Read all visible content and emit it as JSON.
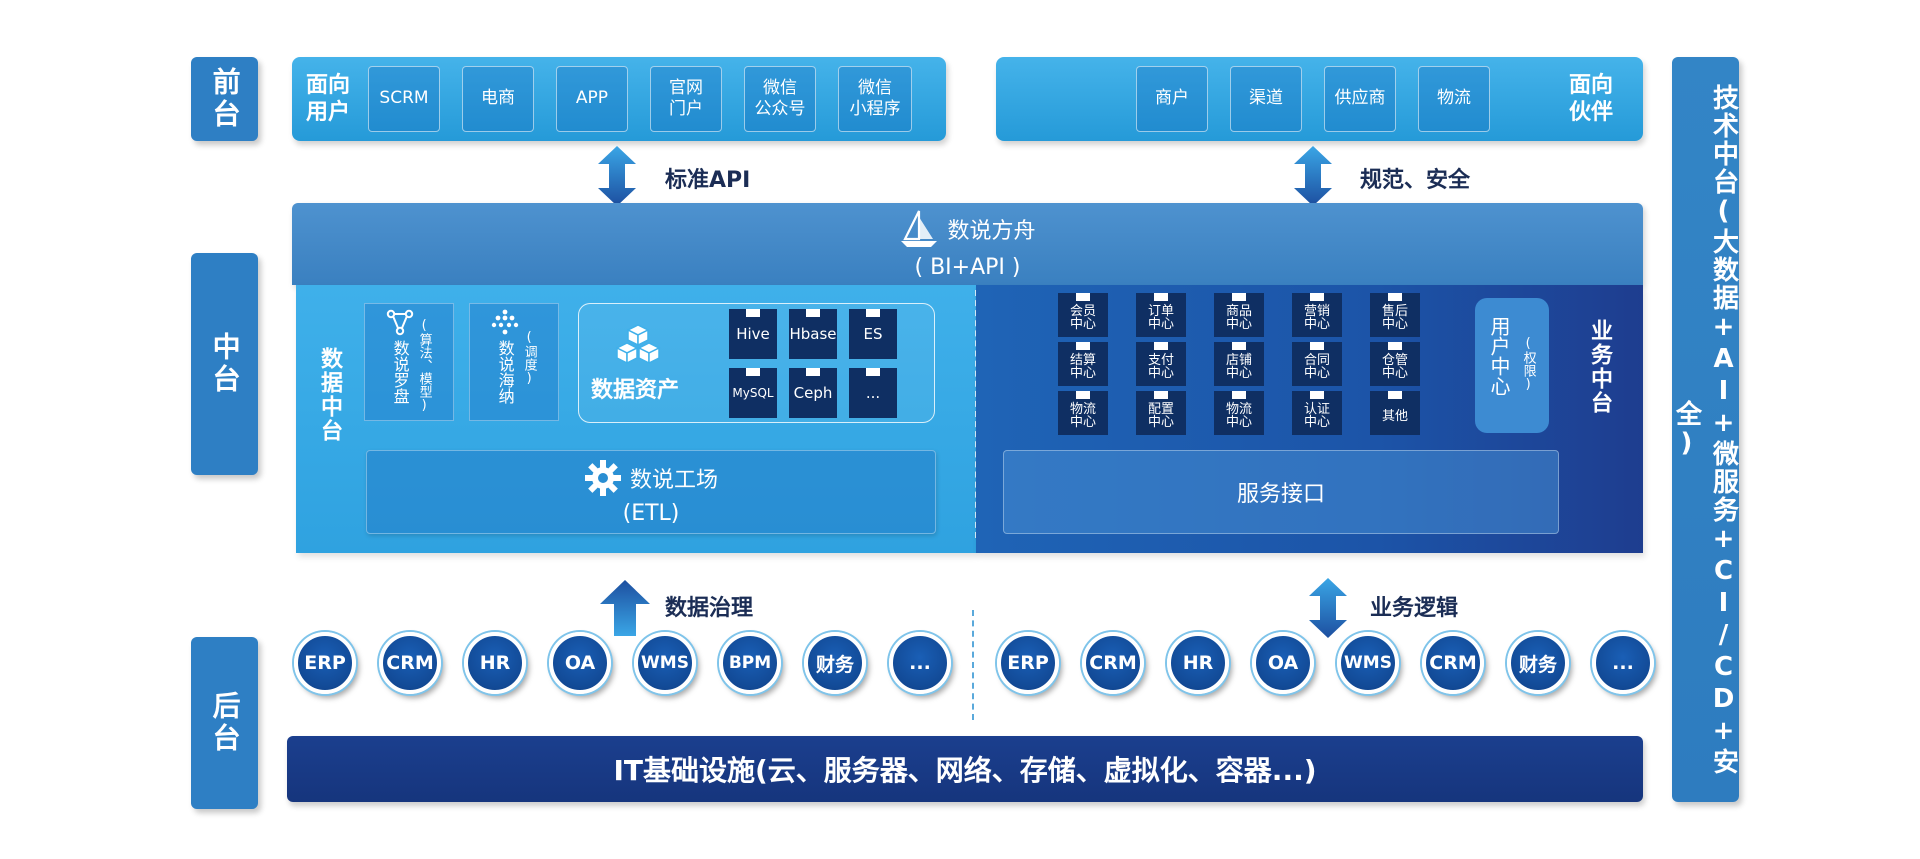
{
  "tiers": {
    "front": "前台",
    "middle": "中台",
    "back": "后台"
  },
  "front_left": {
    "tag": "面向\n用户",
    "items": [
      "SCRM",
      "电商",
      "APP",
      "官网\n门户",
      "微信\n公众号",
      "微信\n小程序"
    ]
  },
  "front_right": {
    "tag": "面向\n伙伴",
    "items": [
      "商户",
      "渠道",
      "供应商",
      "物流"
    ]
  },
  "arrows": {
    "left_top": "标准API",
    "right_top": "规范、安全",
    "left_bottom": "数据治理",
    "right_bottom": "业务逻辑"
  },
  "platform": {
    "name": "数说方舟",
    "sub": "( BI+API )"
  },
  "data_middle": {
    "title": "数据中台",
    "tools": [
      {
        "name": "数说罗盘",
        "note": "(算法、模型)"
      },
      {
        "name": "数说海纳",
        "note": "(调度)"
      }
    ],
    "assets": {
      "title": "数据资产",
      "dbs": [
        "Hive",
        "Hbase",
        "ES",
        "MySQL",
        "Ceph",
        "..."
      ]
    },
    "etl": {
      "name": "数说工场",
      "sub": "(ETL)"
    }
  },
  "business_middle": {
    "title": "业务中台",
    "services": [
      "会员\n中心",
      "订单\n中心",
      "商品\n中心",
      "营销\n中心",
      "售后\n中心",
      "结算\n中心",
      "支付\n中心",
      "店铺\n中心",
      "合同\n中心",
      "仓管\n中心",
      "物流\n中心",
      "配置\n中心",
      "物流\n中心",
      "认证\n中心",
      "其他"
    ],
    "user_center": {
      "name": "用户中心",
      "note": "(权限)"
    },
    "interface": "服务接口"
  },
  "back_systems_left": [
    "ERP",
    "CRM",
    "HR",
    "OA",
    "WMS",
    "BPM",
    "财务",
    "..."
  ],
  "back_systems_right": [
    "ERP",
    "CRM",
    "HR",
    "OA",
    "WMS",
    "CRM",
    "财务",
    "..."
  ],
  "infrastructure": "IT基础设施(云、服务器、网络、存储、虚拟化、容器...)",
  "tech_platform": "技术中台(大数据+AI+微服务+CI/CD+安全)",
  "colors": {
    "tier_blue": "#2e7fc4",
    "front_blue": "#259ad8",
    "data_panel": "#2fa2e0",
    "biz_panel": "#1c54a8",
    "tile_navy": "#0f2f63",
    "infra_navy": "#16357d",
    "label_dark": "#1b2d55"
  }
}
